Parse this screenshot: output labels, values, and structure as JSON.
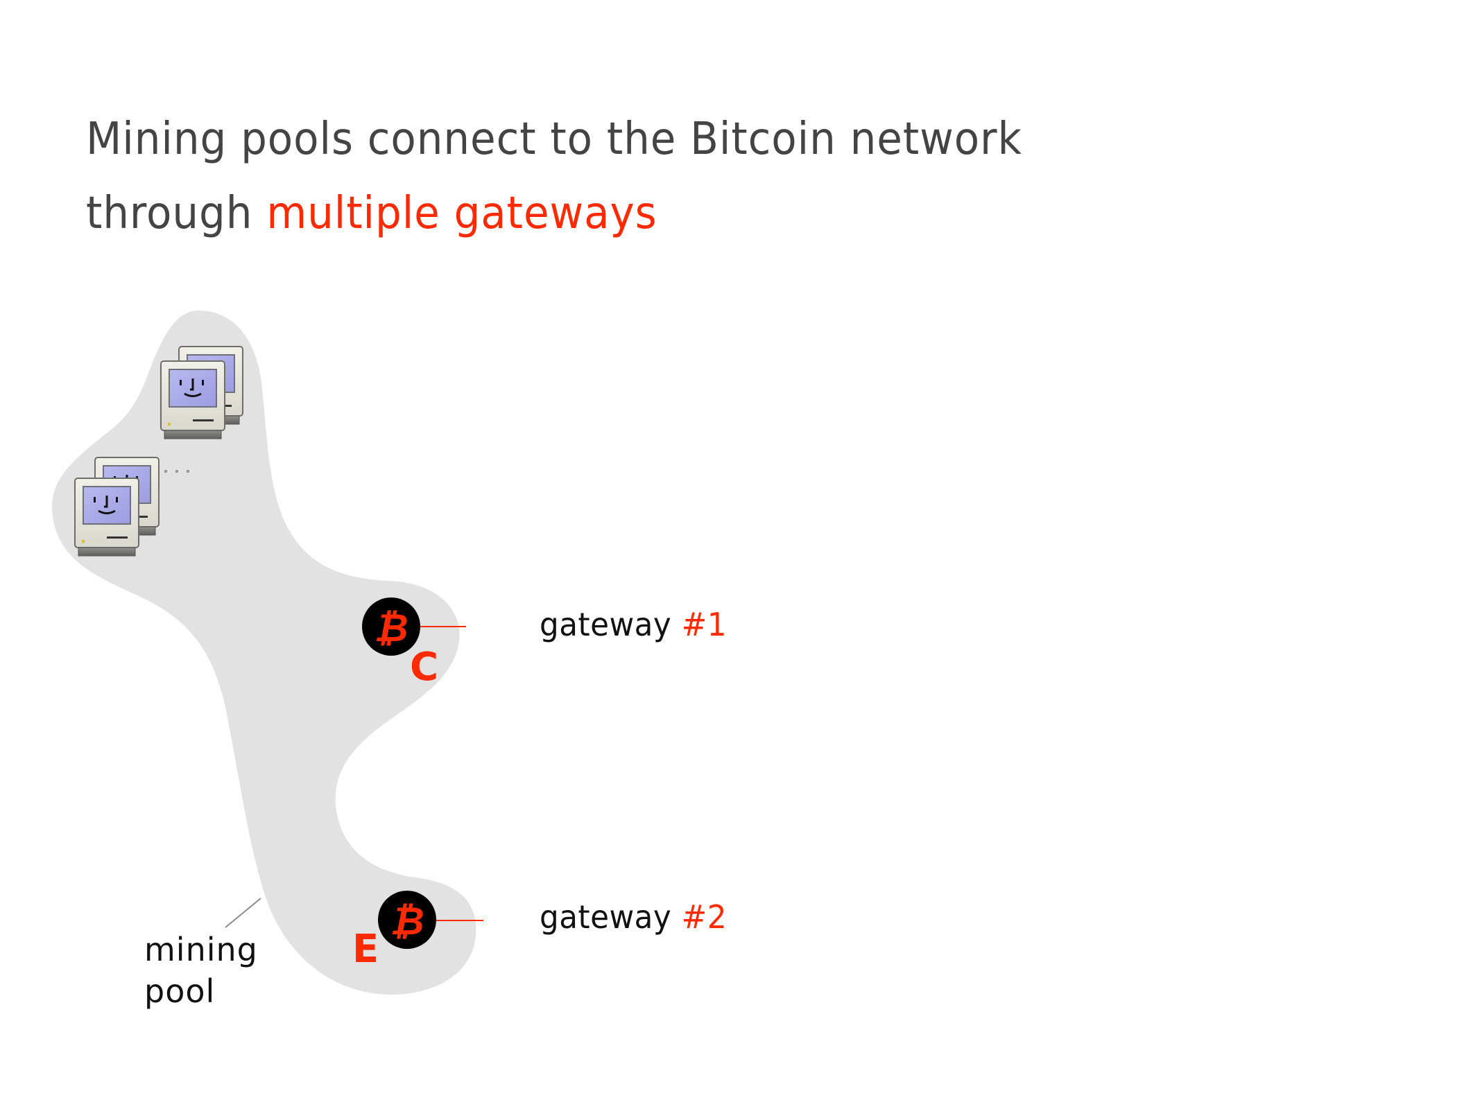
{
  "title": {
    "line1": "Mining pools connect to the Bitcoin network",
    "line2_prefix": "through ",
    "line2_highlight": "multiple gateways"
  },
  "colors": {
    "title_text": "#444444",
    "accent": "#ff2a00",
    "pool_fill": "#e1e2e1",
    "label_text": "#111111",
    "leader_gray": "#8a8a8a",
    "gateway_circle": "#000000"
  },
  "pool": {
    "label_line1": "mining",
    "label_line2": "pool",
    "miners_icon": "classic-mac-computer-icon",
    "ellipsis": "..."
  },
  "gateways": [
    {
      "node_letter": "C",
      "label": "gateway ",
      "number": "#1",
      "icon": "bitcoin-icon"
    },
    {
      "node_letter": "E",
      "label": "gateway ",
      "number": "#2",
      "icon": "bitcoin-icon"
    }
  ]
}
